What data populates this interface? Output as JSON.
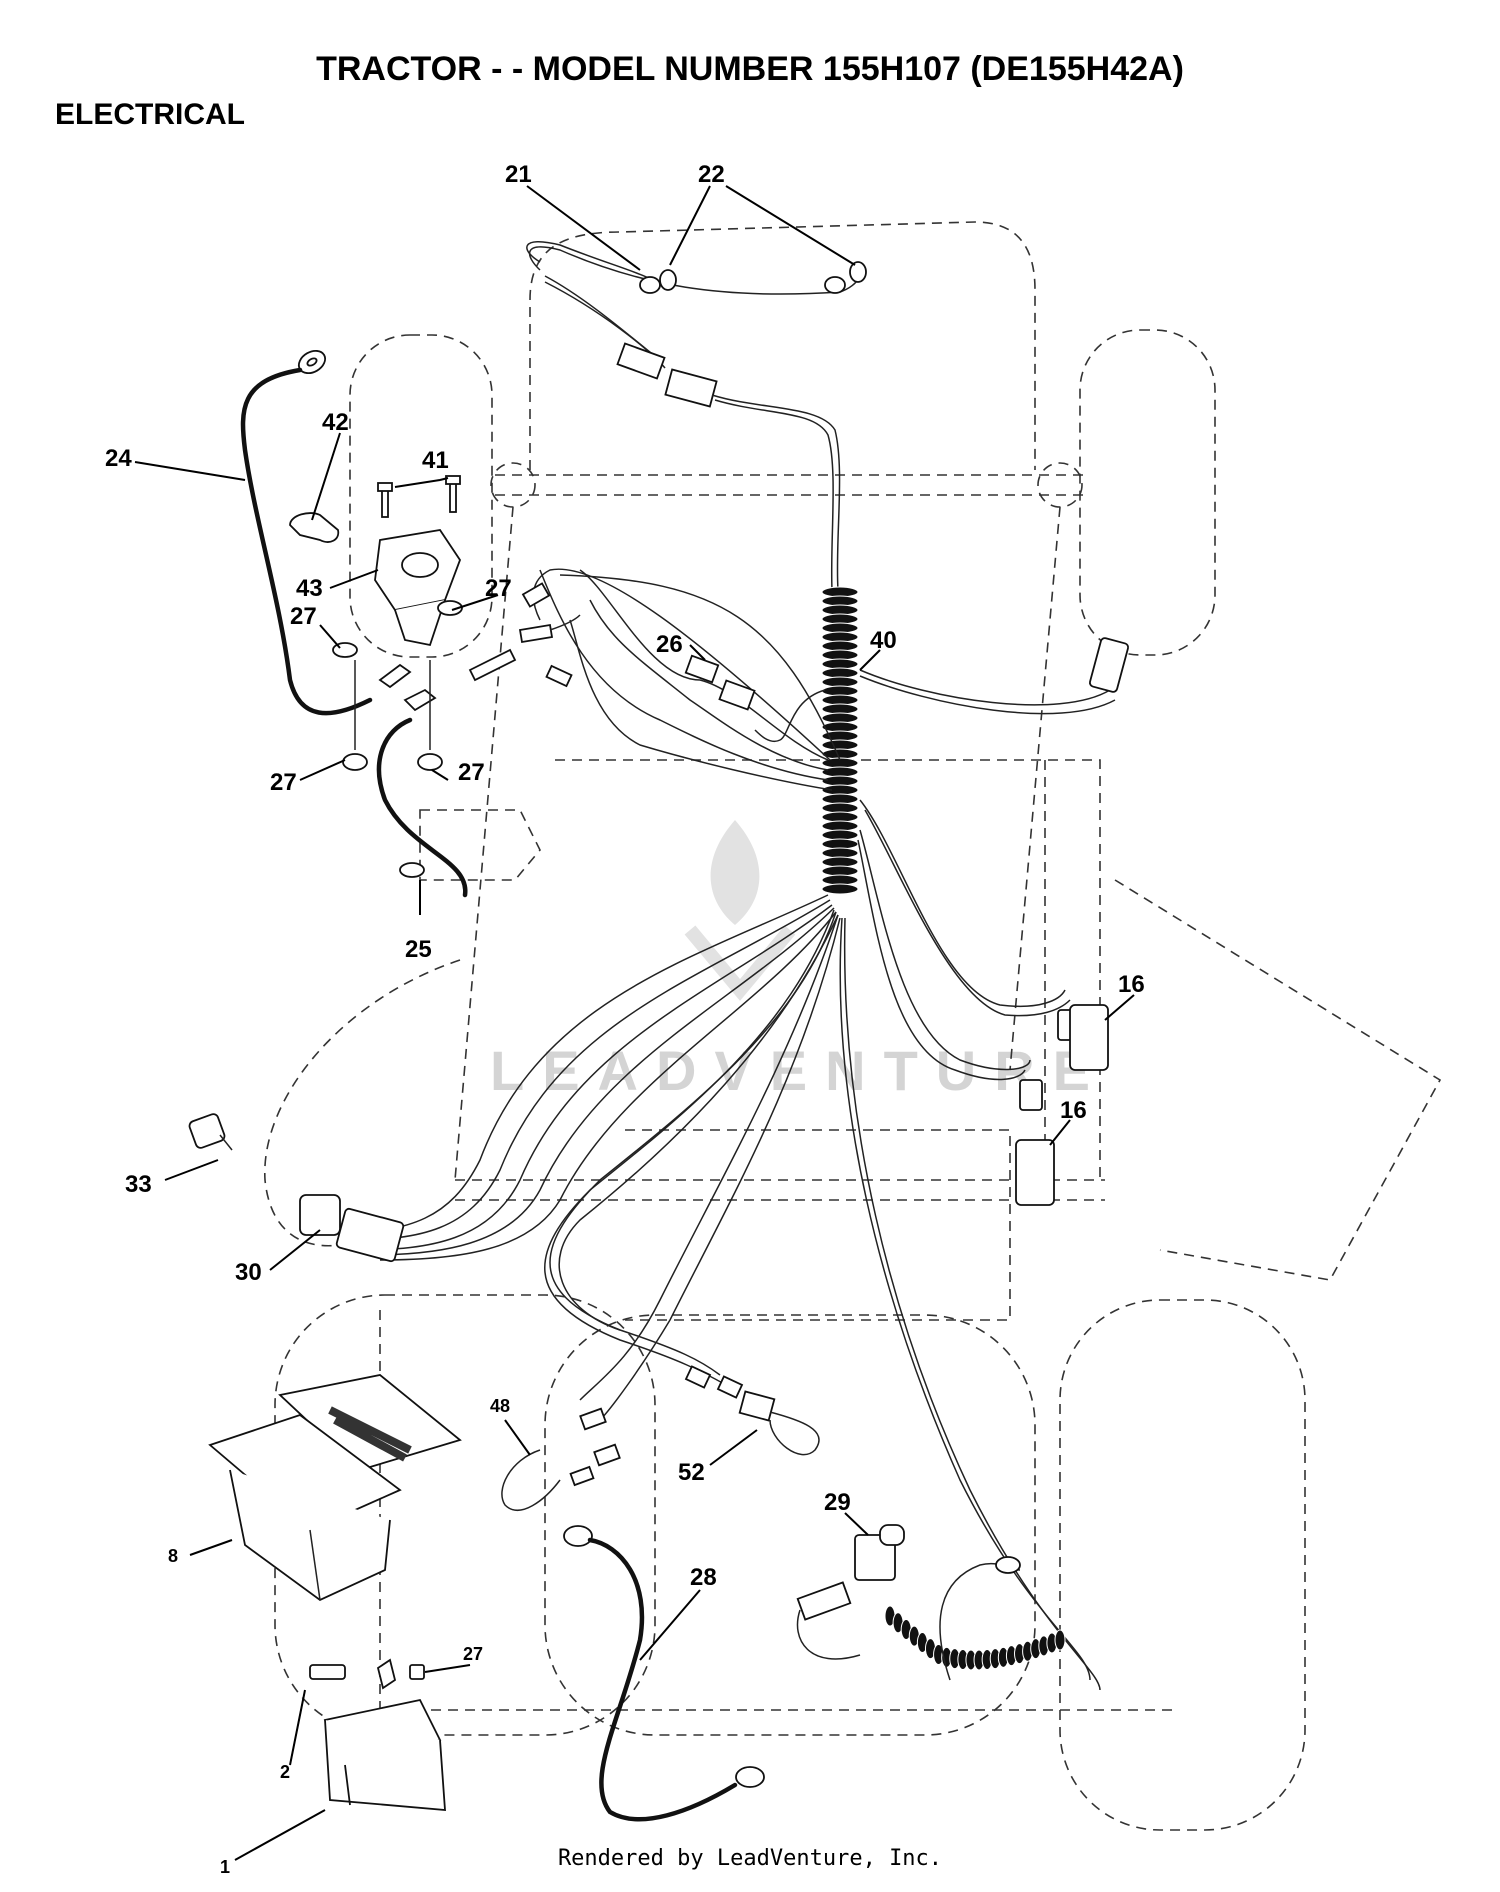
{
  "header": {
    "title": "TRACTOR - - MODEL NUMBER 155H107 (DE155H42A)",
    "section": "ELECTRICAL"
  },
  "footer": {
    "text": "Rendered by LeadVenture, Inc."
  },
  "watermark": {
    "text": "LEADVENTURE"
  },
  "callouts": {
    "c21": "21",
    "c22": "22",
    "c42": "42",
    "c41": "41",
    "c24": "24",
    "c43": "43",
    "c27a": "27",
    "c27b": "27",
    "c27c": "27",
    "c27d": "27",
    "c27e": "27",
    "c26": "26",
    "c40": "40",
    "c25": "25",
    "c16a": "16",
    "c16b": "16",
    "c33": "33",
    "c30": "30",
    "c48": "48",
    "c52": "52",
    "c8": "8",
    "c29": "29",
    "c28": "28",
    "c2": "2",
    "c1": "1"
  },
  "icons": {
    "headlight_harness": "wire-harness-icon",
    "battery": "battery-icon",
    "battery_box": "battery-box-icon",
    "solenoid": "solenoid-icon",
    "ignition_switch": "ignition-switch-icon",
    "key": "key-icon",
    "interlock_switch": "interlock-switch-icon",
    "cable": "battery-cable-icon"
  }
}
